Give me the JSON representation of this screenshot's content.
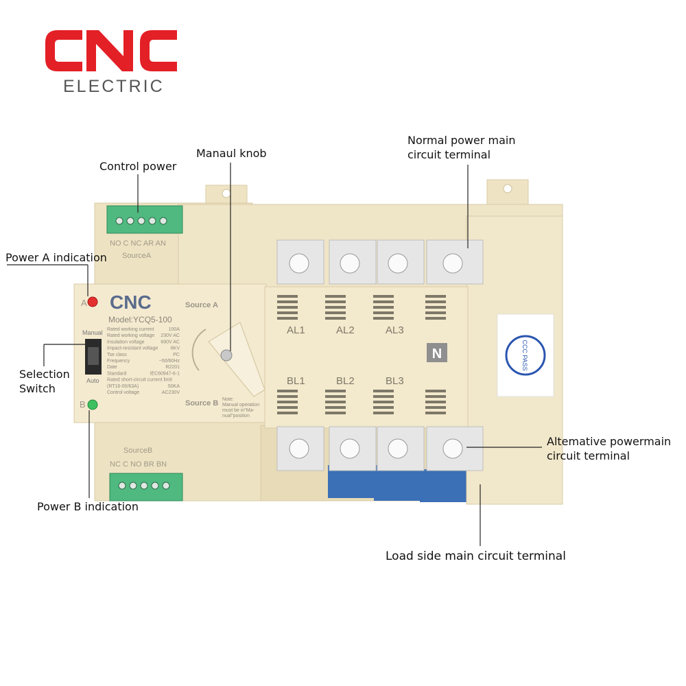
{
  "logo": {
    "brand": "CNC",
    "subtitle": "ELECTRIC"
  },
  "callouts": {
    "control_power": "Control power",
    "manual_knob": "Manaul knob",
    "normal_power": [
      "Normal power main",
      "circuit terminal"
    ],
    "power_a": "Power A indication",
    "selection_switch": [
      "Selection",
      "Switch"
    ],
    "alternative_power": [
      "Altemative powermain",
      "circuit terminal"
    ],
    "power_b": "Power B indication",
    "load_side": "Load side main circuit terminal"
  },
  "device": {
    "top_terminal_labels": "NO  C  NC  AR  AN",
    "source_a_label": "SourceA",
    "bottom_terminal_labels": "NC  C  NO  BR  BN",
    "source_b_label": "SourceB",
    "brand": "CNC",
    "model": "Model:YCQ5-100",
    "indicator_a": "A",
    "indicator_b": "B",
    "switch_manual": "Manual",
    "switch_auto": "Auto",
    "knob_source_a": "Source A",
    "knob_source_b": "Source B",
    "specs": [
      {
        "label": "Rated working current",
        "value": "100A"
      },
      {
        "label": "Rated working voltage",
        "value": "230V AC"
      },
      {
        "label": "Insulation voltage",
        "value": "690V AC"
      },
      {
        "label": "Impact-resistant voltage",
        "value": "6KV"
      },
      {
        "label": "Tse class",
        "value": "PC"
      },
      {
        "label": "Frequency",
        "value": "~50/60Hz"
      },
      {
        "label": "Date",
        "value": "R2201"
      },
      {
        "label": "Standard",
        "value": "IEC60947-6-1"
      },
      {
        "label": "Rated short-circuit current limit",
        "value": ""
      },
      {
        "label": "(RT16-00/63A)",
        "value": "50KA"
      },
      {
        "label": "Control voltage",
        "value": "AC230V"
      }
    ],
    "note": [
      "Note:",
      "Manual operation",
      "must be in\"Ma-",
      "nual\"position"
    ],
    "phase_top": [
      "AL1",
      "AL2",
      "AL3"
    ],
    "phase_bottom": [
      "BL1",
      "BL2",
      "BL3"
    ],
    "neutral": "N",
    "cert": "CCC PASS"
  },
  "colors": {
    "brand_red": "#e32026",
    "body": "#eee3c3",
    "terminal_green": "#4fb980",
    "base_blue": "#3b6fb6",
    "led_red": "#e53030",
    "led_green": "#3fc060"
  }
}
